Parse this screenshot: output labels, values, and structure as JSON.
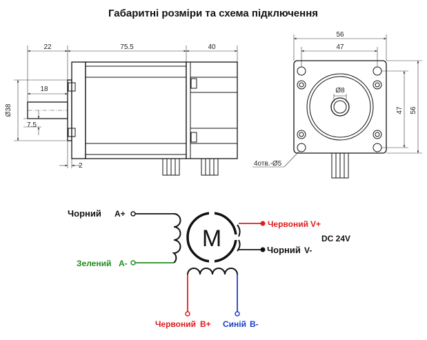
{
  "title": "Габаритні розміри та схема підключення",
  "dimensions": {
    "shaft_length": "22",
    "body_length": "75.5",
    "rear_length": "40",
    "shaft_flat": "18",
    "flange_diameter": "Ø38",
    "flat_depth": "7.5",
    "flange_step": "2",
    "front_width": "56",
    "hole_spacing": "47",
    "hole_spacing_vertical": "47",
    "front_height": "56",
    "shaft_diameter": "Ø8",
    "holes": "4отв.-Ø5"
  },
  "wiring": {
    "motor_symbol": "M",
    "a_plus": {
      "color_name": "Чорний",
      "pin": "A+",
      "color": "#111111"
    },
    "a_minus": {
      "color_name": "Зелений",
      "pin": "A-",
      "color": "#1e8c1e"
    },
    "v_plus": {
      "color_name": "Червоний",
      "pin": "V+",
      "color": "#e01b1b"
    },
    "v_minus": {
      "color_name": "Чорний",
      "pin": "V-",
      "color": "#111111"
    },
    "supply": "DC 24V",
    "b_plus": {
      "color_name": "Червоний",
      "pin": "B+",
      "color": "#e01b1b"
    },
    "b_minus": {
      "color_name": "Синій",
      "pin": "B-",
      "color": "#1a3fc4"
    }
  }
}
